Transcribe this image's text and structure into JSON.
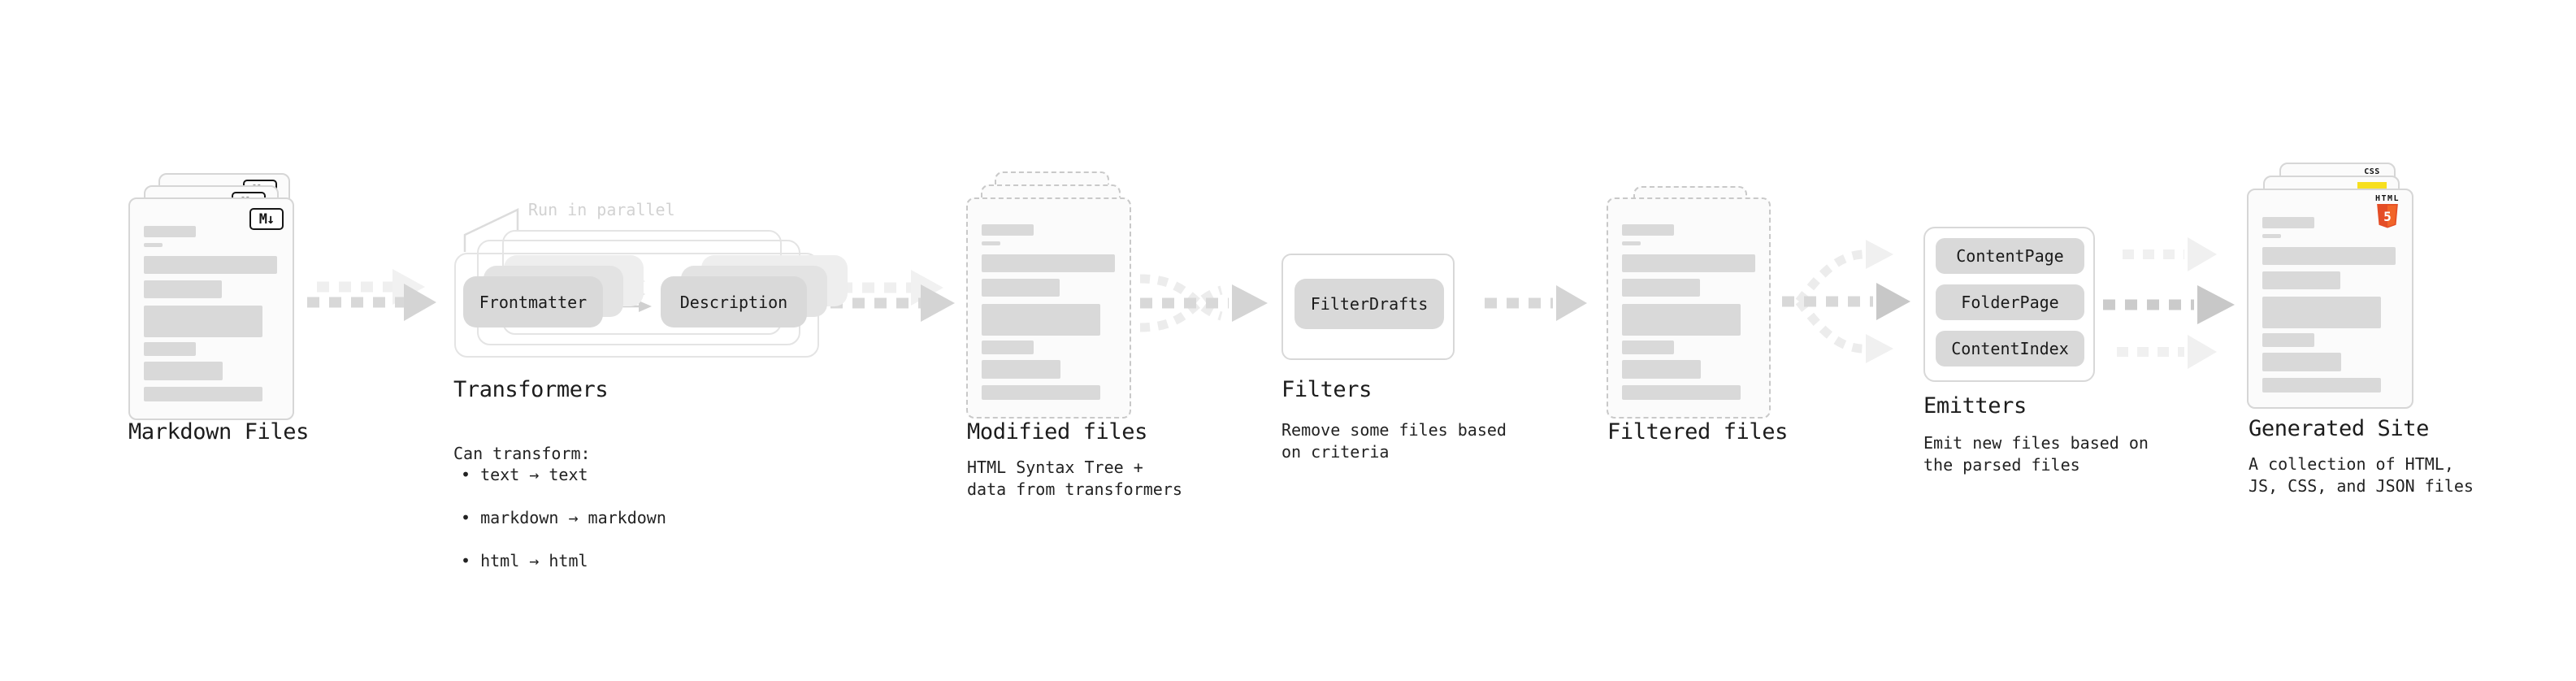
{
  "stages": {
    "markdown_files": {
      "label": "Markdown Files",
      "badge": "M↓"
    },
    "transformers": {
      "label": "Transformers",
      "annotation": "Run in parallel",
      "input_pill": "Frontmatter",
      "output_pill": "Description",
      "caption_heading": "Can transform:",
      "bullets": [
        "• text → text",
        "• markdown → markdown",
        "• html → html"
      ]
    },
    "modified_files": {
      "label": "Modified files",
      "caption": "HTML Syntax Tree +\ndata from transformers"
    },
    "filters": {
      "label": "Filters",
      "pill": "FilterDrafts",
      "caption": "Remove some files based\non criteria"
    },
    "filtered_files": {
      "label": "Filtered files"
    },
    "emitters": {
      "label": "Emitters",
      "pills": [
        "ContentPage",
        "FolderPage",
        "ContentIndex"
      ],
      "caption": "Emit new files based on\nthe parsed files"
    },
    "generated_site": {
      "label": "Generated Site",
      "caption": "A collection of HTML,\nJS, CSS, and JSON files",
      "file_badges": {
        "html_label": "HTML",
        "html_number": "5",
        "css_label": "CSS"
      }
    }
  },
  "file_card_bars": [
    {
      "w": 64,
      "h": 14,
      "mt": 0
    },
    {
      "w": 23,
      "h": 5,
      "mt": 7
    },
    {
      "w": 164,
      "h": 22,
      "mt": 11
    },
    {
      "w": 96,
      "h": 22,
      "mt": 8
    },
    {
      "w": 146,
      "h": 39,
      "mt": 9
    },
    {
      "w": 64,
      "h": 17,
      "mt": 6
    },
    {
      "w": 97,
      "h": 23,
      "mt": 7
    },
    {
      "w": 146,
      "h": 18,
      "mt": 8
    }
  ],
  "colors": {
    "canvas_bg": "#ffffff",
    "card_bg": "#fbfbfb",
    "card_border": "#d6d6d6",
    "dashed_border": "#c9c9c9",
    "bar": "#d9d9d9",
    "pill": "#d9d9d9",
    "pill_text": "#1a1a1a",
    "container_border": "#e4e4e4",
    "annotation": "#d2d2d2",
    "title_text": "#1c1c1c",
    "arrow": "#d8d8d8",
    "arrow_ghost": "#efefef",
    "html5_orange": "#e44d26",
    "html5_orange_light": "#f16529",
    "js_yellow": "#f7df1e",
    "css_blue": "#2563eb",
    "badge_border": "#151515"
  }
}
